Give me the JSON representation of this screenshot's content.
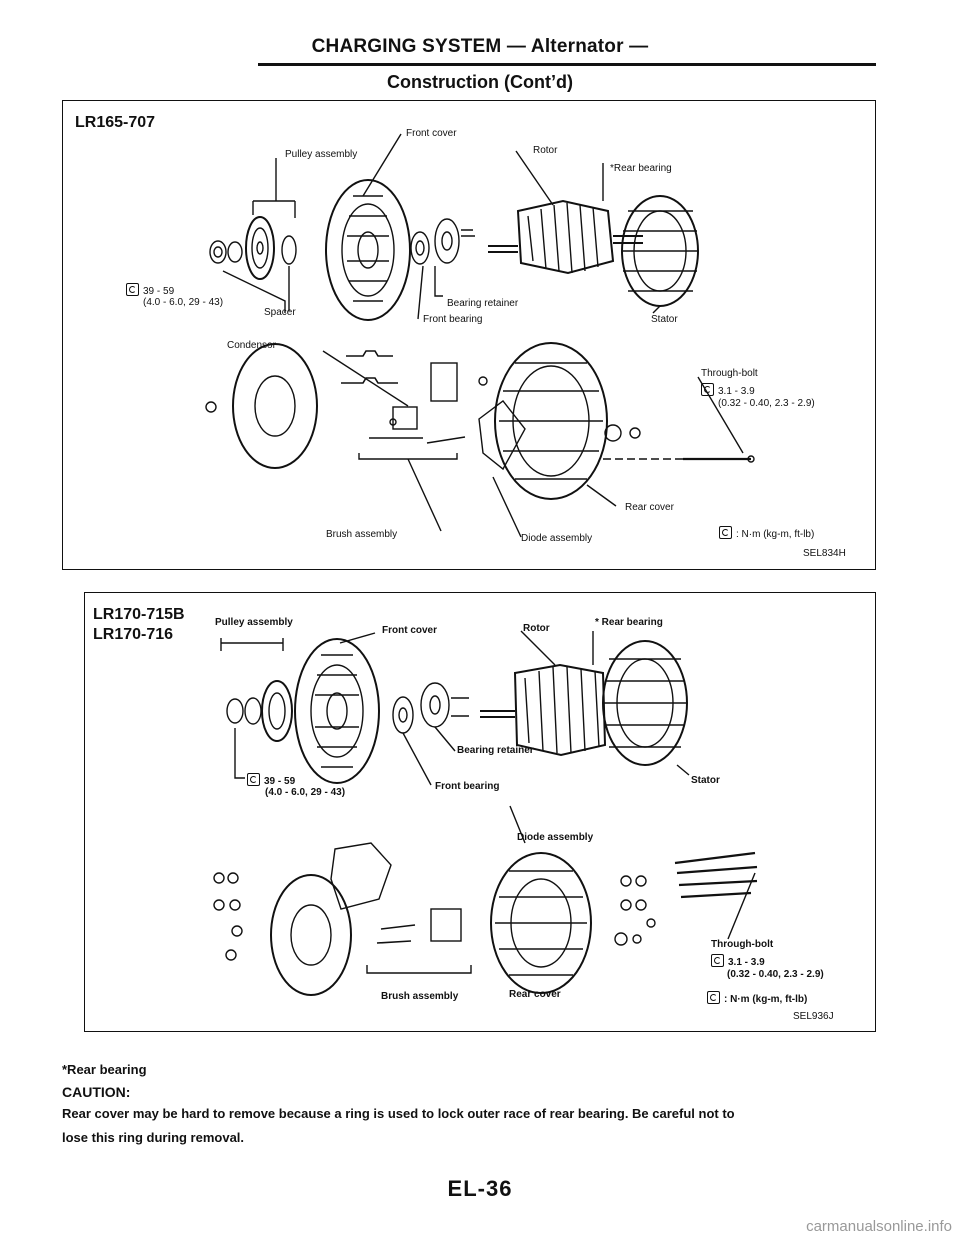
{
  "header": {
    "title": "CHARGING SYSTEM — Alternator —",
    "subtitle": "Construction (Cont’d)"
  },
  "panel1": {
    "model": "LR165-707",
    "labels": {
      "front_cover": "Front cover",
      "pulley_assembly": "Pulley assembly",
      "rotor": "Rotor",
      "rear_bearing": "*Rear bearing",
      "torque1_value": "39 - 59",
      "torque1_alt": "(4.0 - 6.0, 29 - 43)",
      "spacer": "Spacer",
      "bearing_retainer": "Bearing retainer",
      "front_bearing": "Front bearing",
      "stator": "Stator",
      "condensor": "Condensor",
      "through_bolt": "Through-bolt",
      "torque2_value": "3.1 - 3.9",
      "torque2_alt": "(0.32 - 0.40, 2.3 - 2.9)",
      "rear_cover": "Rear cover",
      "brush_assembly": "Brush assembly",
      "diode_assembly": "Diode assembly",
      "units_legend": ": N·m (kg-m, ft-lb)",
      "figure_code": "SEL834H"
    }
  },
  "panel2": {
    "model_line1": "LR170-715B",
    "model_line2": "LR170-716",
    "labels": {
      "pulley_assembly": "Pulley assembly",
      "front_cover": "Front cover",
      "rotor": "Rotor",
      "rear_bearing": "* Rear bearing",
      "bearing_retainer": "Bearing retainer",
      "torque1_value": "39 - 59",
      "torque1_alt": "(4.0 - 6.0, 29 - 43)",
      "front_bearing": "Front bearing",
      "stator": "Stator",
      "diode_assembly": "Diode assembly",
      "through_bolt": "Through-bolt",
      "torque2_value": "3.1 - 3.9",
      "torque2_alt": "(0.32 - 0.40, 2.3 - 2.9)",
      "brush_assembly": "Brush assembly",
      "rear_cover": "Rear cover",
      "units_legend": ": N·m (kg-m, ft-lb)",
      "figure_code": "SEL936J"
    }
  },
  "notes": {
    "asterisk": "*Rear bearing",
    "caution": "CAUTION:",
    "line1": "Rear cover may be hard to remove because a ring is used to lock outer race of rear bearing. Be careful not to",
    "line2": "lose this ring during removal."
  },
  "footer": {
    "page_number": "EL-36",
    "watermark": "carmanualsonline.info"
  },
  "icons": {
    "torque": "torque-wrench-icon"
  }
}
